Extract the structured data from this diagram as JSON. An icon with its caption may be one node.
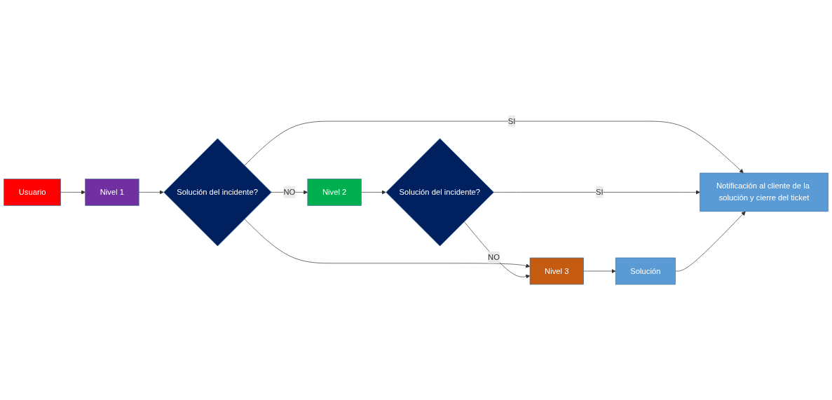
{
  "diagram": {
    "nodes": [
      {
        "text": [
          "Usuario"
        ]
      },
      {
        "text": [
          "Nivel 1"
        ]
      },
      {
        "text": [
          "Solución del incidente?"
        ]
      },
      {
        "text": [
          "Nivel 2"
        ]
      },
      {
        "text": [
          "Solución del incidente?"
        ]
      },
      {
        "text": [
          "Nivel 3"
        ]
      },
      {
        "text": [
          "Solución"
        ]
      },
      {
        "text": [
          "Notificación al cliente de la solución y cierre del ticket"
        ]
      }
    ],
    "edges": [
      {
        "from": 0,
        "to": 1,
        "arrow": "to"
      },
      {
        "from": 1,
        "to": 2,
        "arrow": "to"
      },
      {
        "from": 2,
        "to": 3,
        "arrow": "to",
        "label": "NO"
      },
      {
        "from": 2,
        "to": 5,
        "arrow": "to"
      },
      {
        "from": 2,
        "to": 7,
        "arrow": "to",
        "label": "SI"
      },
      {
        "from": 3,
        "to": 4,
        "arrow": "to"
      },
      {
        "from": 4,
        "to": 5,
        "arrow": "to",
        "label": "NO"
      },
      {
        "from": 4,
        "to": 7,
        "arrow": "to",
        "label": "SI"
      },
      {
        "from": 5,
        "to": 6,
        "arrow": "to"
      },
      {
        "from": 6,
        "to": 7,
        "arrow": "to"
      }
    ]
  }
}
